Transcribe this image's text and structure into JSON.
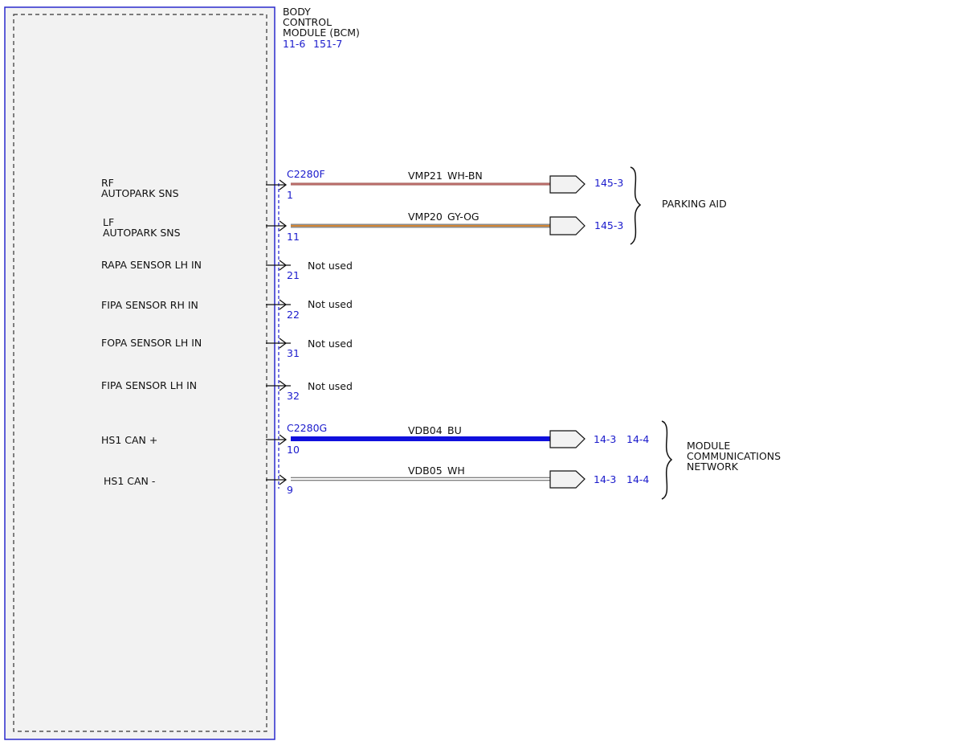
{
  "module": {
    "title_lines": [
      "BODY",
      "CONTROL",
      "MODULE (BCM)"
    ],
    "refs": [
      "11-6",
      "151-7"
    ]
  },
  "connectors": [
    {
      "name": "C2280F"
    },
    {
      "name": "C2280G"
    }
  ],
  "pins": [
    {
      "label_lines": [
        "RF",
        "AUTOPARK SNS"
      ],
      "pin": "1",
      "circuit": "VMP21",
      "color_code": "WH-BN",
      "destinations": [
        "145-3"
      ],
      "stripe_colors": [
        "#c9a7a2",
        "#b14a4a"
      ]
    },
    {
      "label_lines": [
        "LF",
        "AUTOPARK SNS"
      ],
      "pin": "11",
      "circuit": "VMP20",
      "color_code": "GY-OG",
      "destinations": [
        "145-3"
      ],
      "stripe_colors": [
        "#8c8c8c",
        "#d38735"
      ]
    },
    {
      "label_lines": [
        "RAPA SENSOR LH IN"
      ],
      "pin": "21",
      "note": "Not used"
    },
    {
      "label_lines": [
        "FIPA SENSOR RH IN"
      ],
      "pin": "22",
      "note": "Not used"
    },
    {
      "label_lines": [
        "FOPA SENSOR LH IN"
      ],
      "pin": "31",
      "note": "Not used"
    },
    {
      "label_lines": [
        "FIPA SENSOR LH IN"
      ],
      "pin": "32",
      "note": "Not used"
    },
    {
      "label_lines": [
        "HS1 CAN +"
      ],
      "pin": "10",
      "circuit": "VDB04",
      "color_code": "BU",
      "destinations": [
        "14-3",
        "14-4"
      ],
      "stripe_colors": [
        "#1010dd",
        "#1010dd"
      ]
    },
    {
      "label_lines": [
        "HS1 CAN -"
      ],
      "pin": "9",
      "circuit": "VDB05",
      "color_code": "WH",
      "destinations": [
        "14-3",
        "14-4"
      ],
      "stripe_colors": [
        "#bdbdbd",
        "#ffffff"
      ]
    }
  ],
  "groups": [
    {
      "label_lines": [
        "PARKING AID"
      ]
    },
    {
      "label_lines": [
        "MODULE",
        "COMMUNICATIONS",
        "NETWORK"
      ]
    }
  ],
  "colors": {
    "reference_blue": "#1a1acc",
    "module_outline": "#2a2acc",
    "module_fill": "#f2f2f2"
  }
}
